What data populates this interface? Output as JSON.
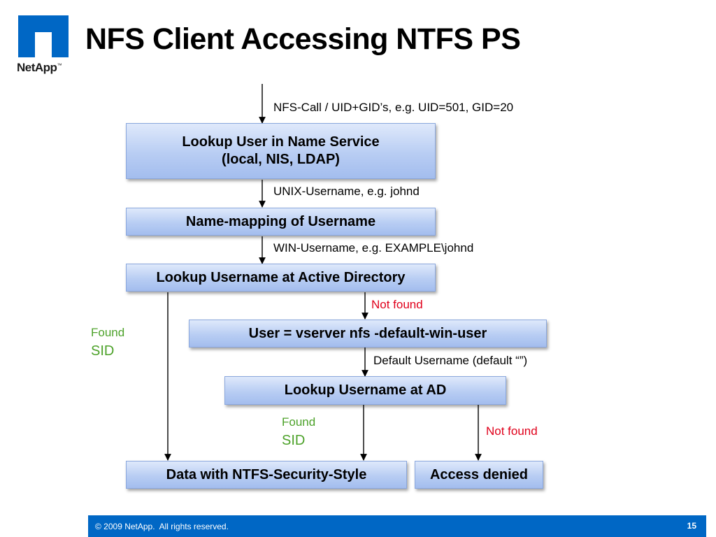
{
  "logo": {
    "text": "NetApp",
    "tm": "™"
  },
  "title": "NFS Client Accessing NTFS PS",
  "boxes": {
    "lookup_name_service": {
      "line1": "Lookup User in Name Service",
      "line2": "(local, NIS, LDAP)"
    },
    "name_mapping": "Name-mapping of Username",
    "lookup_ad": "Lookup Username at Active Directory",
    "default_win_user": "User = vserver nfs -default-win-user",
    "lookup_ad_short": "Lookup Username at AD",
    "data_ntfs": "Data with NTFS-Security-Style",
    "access_denied": "Access denied"
  },
  "labels": {
    "nfs_call": "NFS-Call / UID+GID’s, e.g. UID=501, GID=20",
    "unix_username": "UNIX-Username, e.g. johnd",
    "win_username": "WIN-Username, e.g. EXAMPLE\\johnd",
    "not_found_1": "Not found",
    "found_1": "Found",
    "sid_1": "SID",
    "default_username": "Default Username (default “”)",
    "found_2": "Found",
    "sid_2": "SID",
    "not_found_2": "Not found"
  },
  "colors": {
    "box_fill": "#b8cdf3",
    "not_found": "#e0001b",
    "found": "#4da22a",
    "footer": "#0067c5"
  },
  "footer": {
    "copyright": "© 2009 NetApp.  All rights reserved.",
    "page": "15"
  }
}
